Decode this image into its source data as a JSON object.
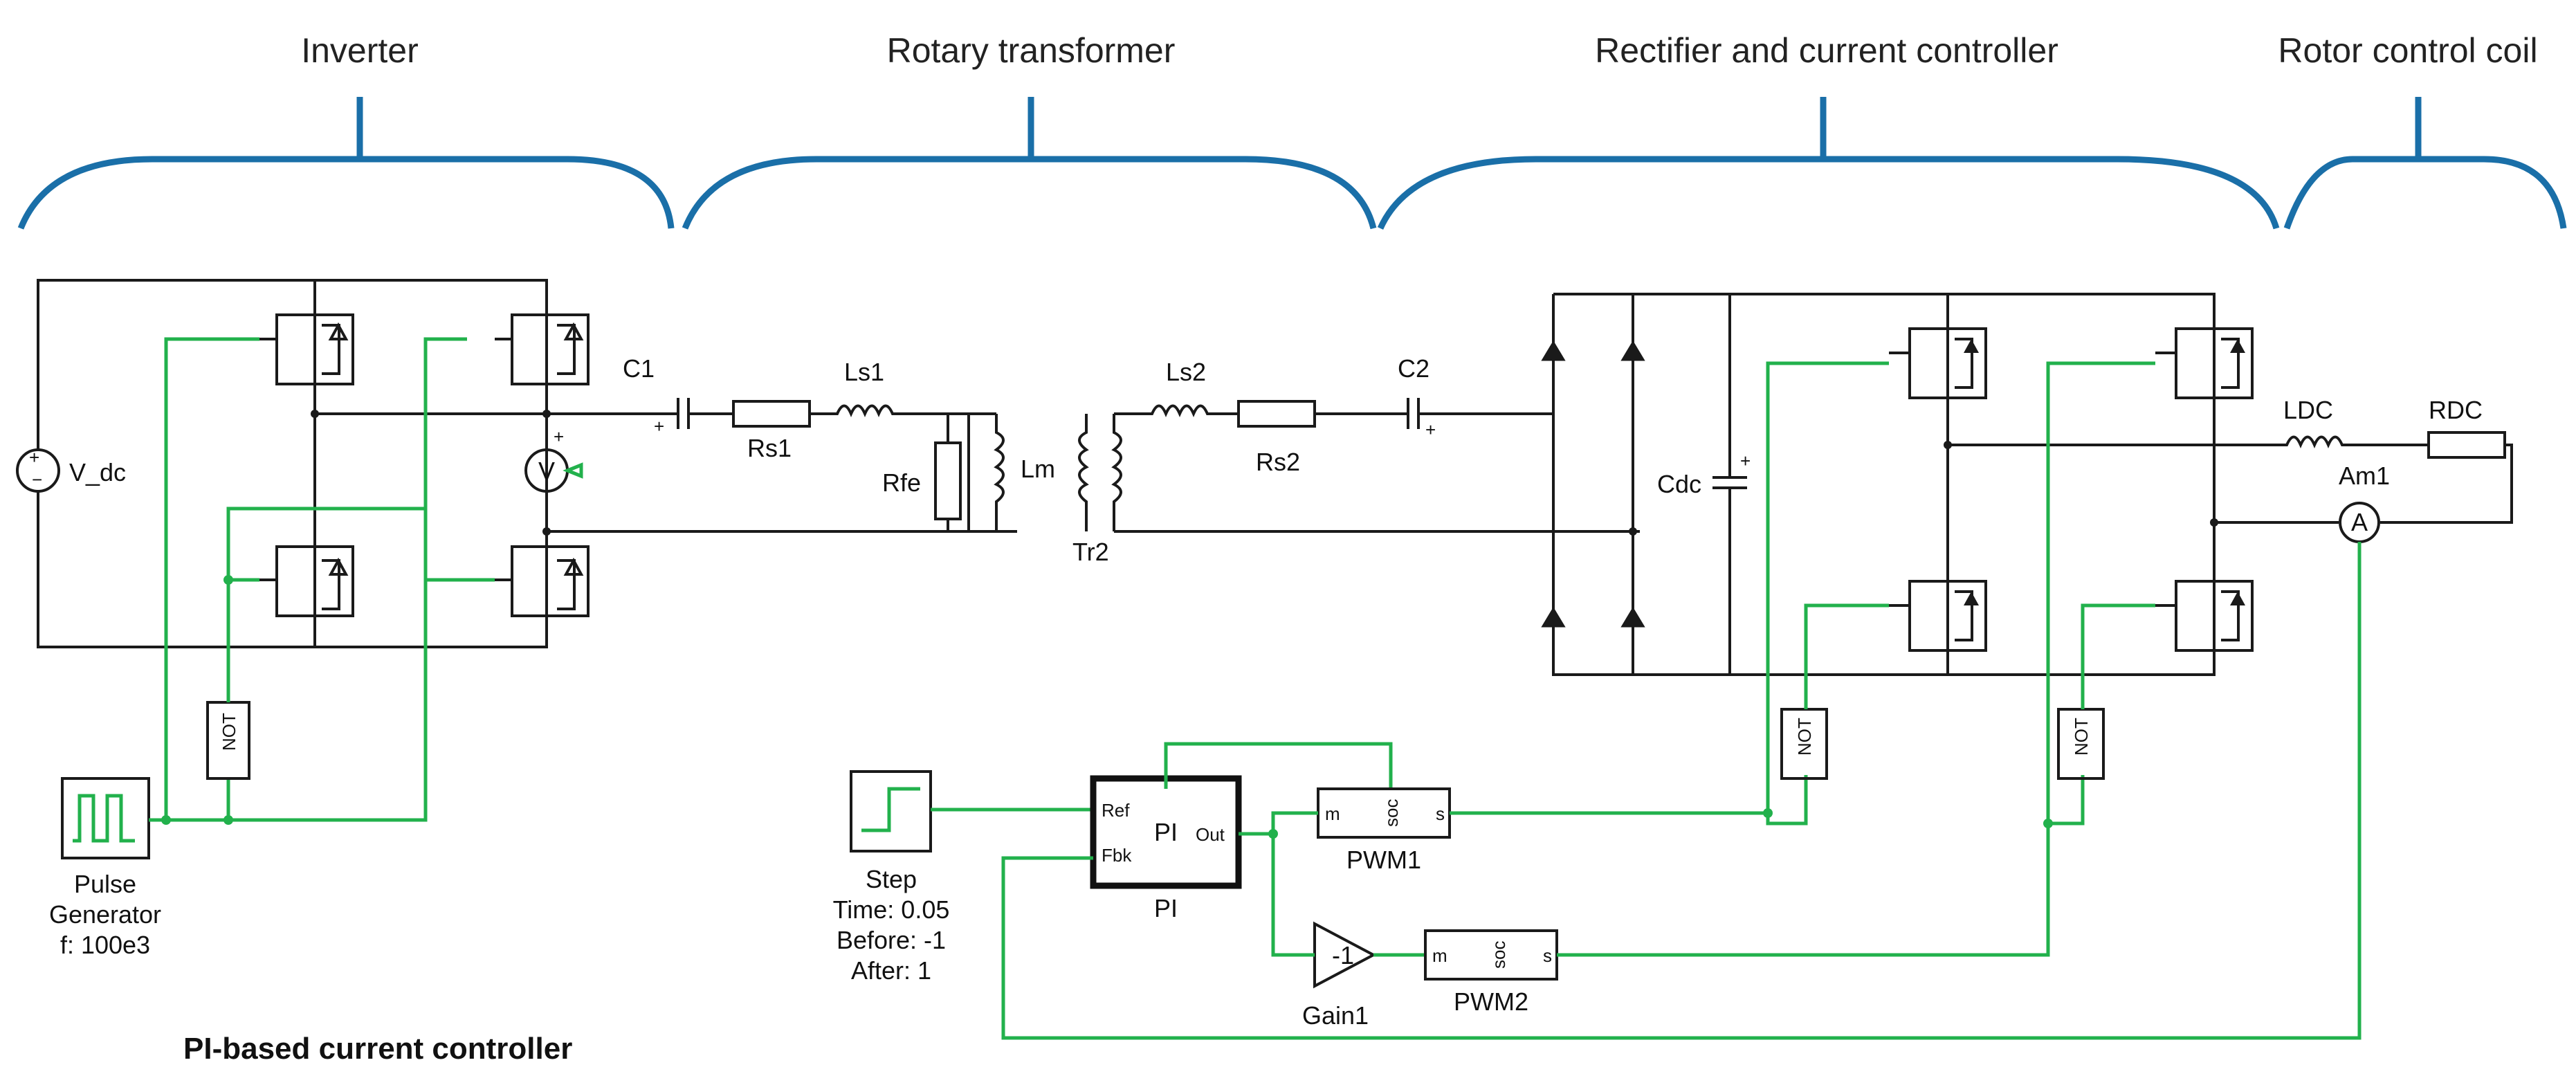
{
  "sections": {
    "inverter": "Inverter",
    "rotary_transformer": "Rotary transformer",
    "rectifier": "Rectifier and current controller",
    "rotor_coil": "Rotor control coil"
  },
  "components": {
    "vdc": "V_dc",
    "c1": "C1",
    "rs1": "Rs1",
    "ls1": "Ls1",
    "rfe": "Rfe",
    "lm": "Lm",
    "tr2": "Tr2",
    "ls2": "Ls2",
    "rs2": "Rs2",
    "c2": "C2",
    "cdc": "Cdc",
    "ldc": "LDC",
    "rdc": "RDC",
    "am1": "Am1",
    "ammeter_symbol": "A",
    "voltmeter_symbol": "V",
    "not_label": "NOT"
  },
  "pulse_generator": {
    "line1": "Pulse",
    "line2": "Generator",
    "line3": "f: 100e3"
  },
  "step": {
    "title": "Step",
    "time": "Time: 0.05",
    "before": "Before: -1",
    "after": "After: 1"
  },
  "pi": {
    "ref": "Ref",
    "fbk": "Fbk",
    "core": "PI",
    "out": "Out",
    "name": "PI"
  },
  "pwm": {
    "m": "m",
    "soc": "soc",
    "s": "s",
    "name1": "PWM1",
    "name2": "PWM2"
  },
  "gain": {
    "value": "-1",
    "name": "Gain1"
  },
  "caption": "PI-based current controller"
}
